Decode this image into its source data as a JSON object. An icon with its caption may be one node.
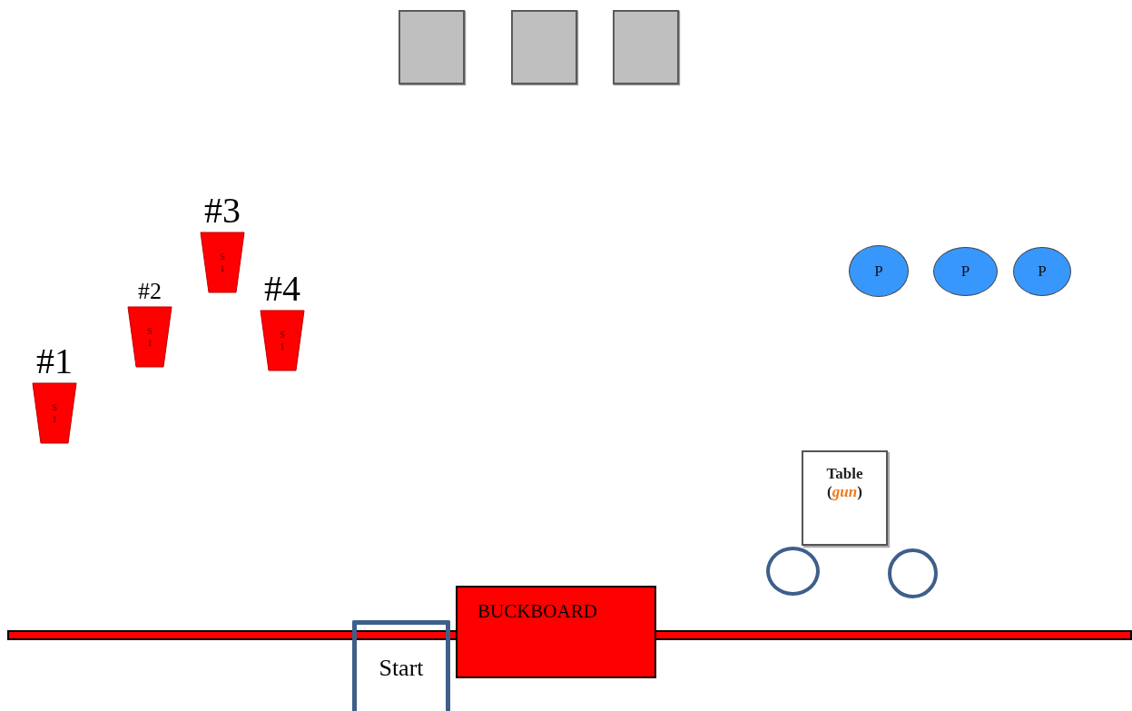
{
  "diagram": {
    "nodes": [
      {
        "text": [],
        "shape": "box"
      },
      {
        "text": [],
        "shape": "box"
      },
      {
        "text": [],
        "shape": "box"
      },
      {
        "text": [
          "#3",
          "S 1"
        ]
      },
      {
        "text": [
          "P"
        ]
      },
      {
        "text": [
          "P"
        ]
      },
      {
        "text": [
          "P"
        ]
      },
      {
        "text": [
          "#2",
          "S 1"
        ]
      },
      {
        "text": [
          "#4",
          "S 1"
        ]
      },
      {
        "text": [
          "#1",
          "S 1"
        ]
      },
      {
        "text": [
          "Table (*gun*)"
        ]
      },
      {
        "text": [],
        "shape": "circle"
      },
      {
        "text": [],
        "shape": "circle"
      },
      {
        "text": [
          "BUCKBOARD"
        ]
      },
      {
        "text": [
          "Start"
        ]
      }
    ]
  }
}
